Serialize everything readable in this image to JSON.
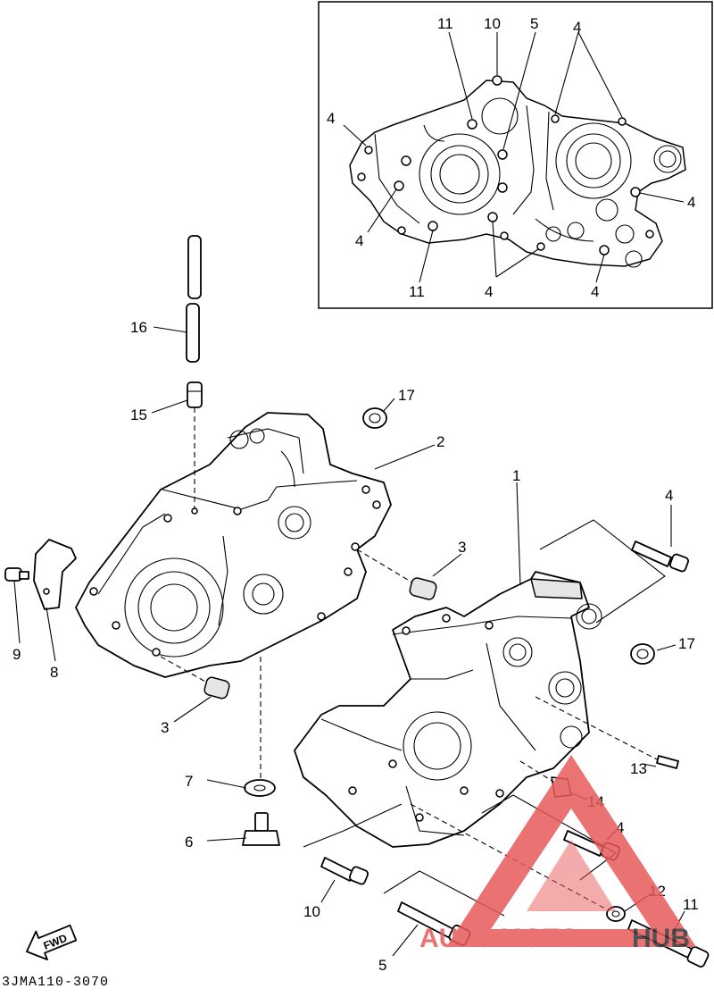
{
  "diagram": {
    "part_code": "3JMA110-3070",
    "fwd_label": "FWD",
    "inset_labels": {
      "top_11": "11",
      "top_10": "10",
      "top_5": "5",
      "top_4": "4",
      "left_4_upper": "4",
      "left_4_lower": "4",
      "right_4": "4",
      "bottom_11": "11",
      "bottom_4_mid": "4",
      "bottom_4_right": "4"
    },
    "callouts": {
      "p1": "1",
      "p2": "2",
      "p3_right": "3",
      "p3_left": "3",
      "p4_top": "4",
      "p4_mid": "4",
      "p5": "5",
      "p6": "6",
      "p7": "7",
      "p8": "8",
      "p9": "9",
      "p10": "10",
      "p11": "11",
      "p12": "12",
      "p13": "13",
      "p14": "14",
      "p15": "15",
      "p16": "16",
      "p17_top": "17",
      "p17_right": "17"
    },
    "watermark": {
      "text_a": "AUTO",
      "text_b": "MOTO",
      "text_c": "HUB",
      "color": "#e85a5a",
      "color_dark": "#333333"
    }
  }
}
